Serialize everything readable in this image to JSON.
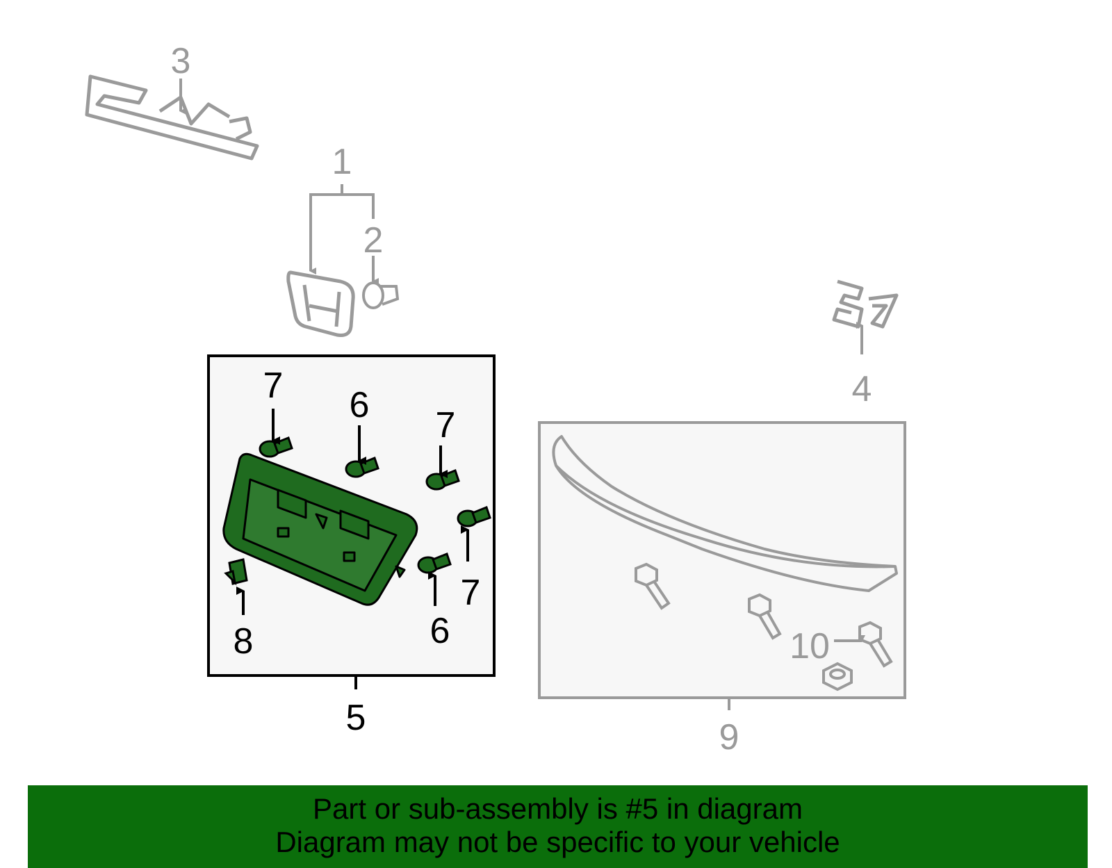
{
  "labels": {
    "l1": "1",
    "l2": "2",
    "l3": "3",
    "l4": "4",
    "l5": "5",
    "l6a": "6",
    "l6b": "6",
    "l7a": "7",
    "l7b": "7",
    "l7c": "7",
    "l8": "8",
    "l9": "9",
    "l10": "10"
  },
  "banner": {
    "line1": "Part or sub-assembly is #5 in diagram",
    "line2": "Diagram may not be specific to your vehicle"
  },
  "colors": {
    "highlight": "#0b6e0b",
    "part_green": "#1f6b1f",
    "line_gray": "#9a9a9a"
  }
}
